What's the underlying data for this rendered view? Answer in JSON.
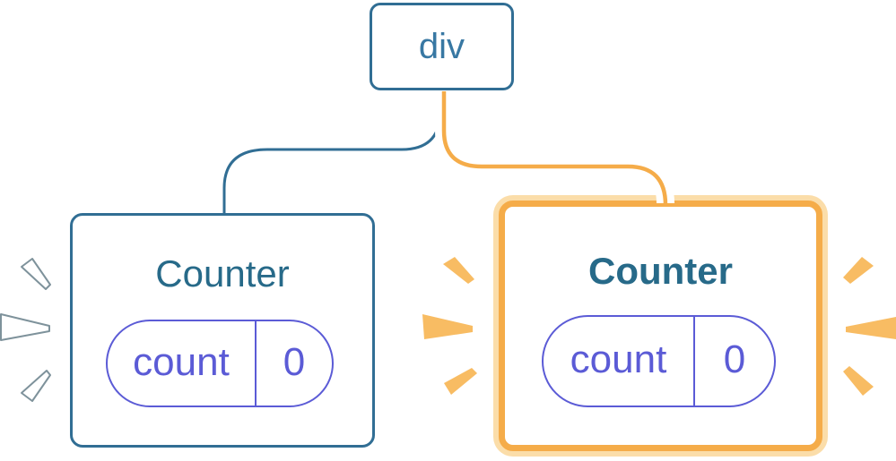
{
  "colors": {
    "blue_border": "#316E94",
    "div_label": "#3878A3",
    "counter_title": "#276A89",
    "state_purple": "#5B5BD6",
    "orange_strong": "#F5AC49",
    "orange_light": "#FBDDA9",
    "spark_orange": "#F8BC63",
    "spark_outline": "#7E929B",
    "background": "#FFFFFF"
  },
  "tree": {
    "root": {
      "label": "div"
    },
    "children": [
      {
        "title": "Counter",
        "highlighted": false,
        "state": {
          "key": "count",
          "value": "0"
        }
      },
      {
        "title": "Counter",
        "highlighted": true,
        "state": {
          "key": "count",
          "value": "0"
        }
      }
    ]
  }
}
